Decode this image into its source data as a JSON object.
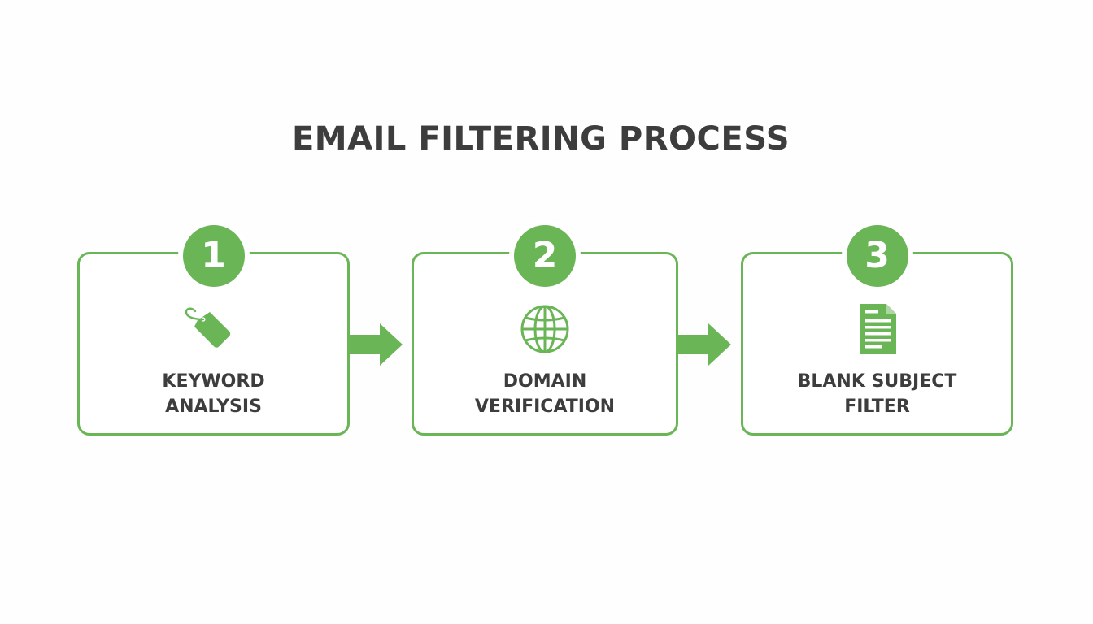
{
  "title": "EMAIL FILTERING PROCESS",
  "colors": {
    "accent": "#6ab556",
    "text": "#3d3d3d",
    "background": "#fdfefd"
  },
  "steps": [
    {
      "number": "1",
      "icon": "tag-icon",
      "label_line1": "KEYWORD",
      "label_line2": "ANALYSIS"
    },
    {
      "number": "2",
      "icon": "globe-icon",
      "label_line1": "DOMAIN",
      "label_line2": "VERIFICATION"
    },
    {
      "number": "3",
      "icon": "document-icon",
      "label_line1": "BLANK SUBJECT",
      "label_line2": "FILTER"
    }
  ]
}
